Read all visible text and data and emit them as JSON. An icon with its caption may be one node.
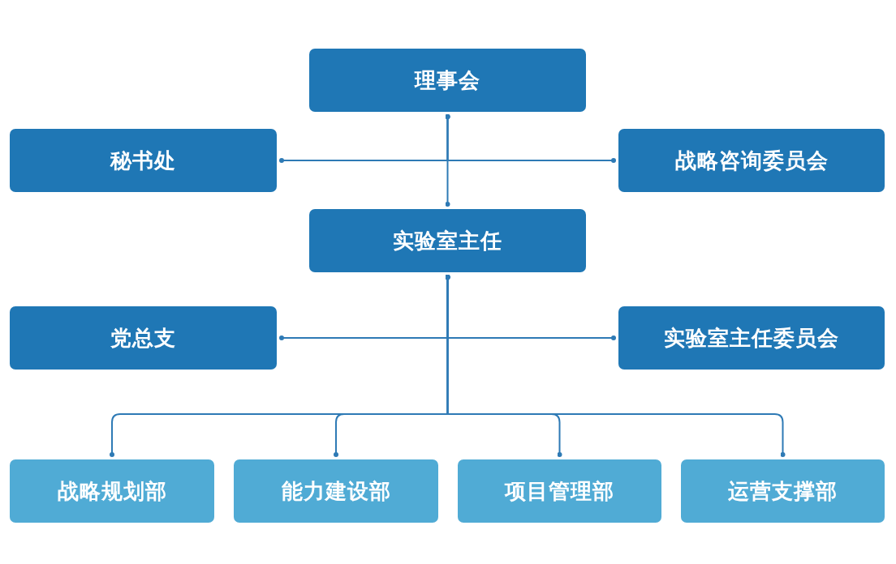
{
  "diagram": {
    "nodes": [
      {
        "text": [
          "理事会"
        ]
      },
      {
        "text": [
          "秘书处"
        ]
      },
      {
        "text": [
          "战略咨询委员会"
        ]
      },
      {
        "text": [
          "实验室主任"
        ]
      },
      {
        "text": [
          "党总支"
        ]
      },
      {
        "text": [
          "实验室主任委员会"
        ]
      },
      {
        "text": [
          "战略规划部"
        ]
      },
      {
        "text": [
          "能力建设部"
        ]
      },
      {
        "text": [
          "项目管理部"
        ]
      },
      {
        "text": [
          "运营支撑部"
        ]
      }
    ],
    "edges": [
      {
        "from": 0,
        "to": 1,
        "arrow": "other"
      },
      {
        "from": 0,
        "to": 2,
        "arrow": "other"
      },
      {
        "from": 0,
        "to": 3,
        "arrow": "other"
      },
      {
        "from": 3,
        "to": 4,
        "arrow": "other"
      },
      {
        "from": 3,
        "to": 5,
        "arrow": "other"
      },
      {
        "from": 3,
        "to": 6,
        "arrow": "other"
      },
      {
        "from": 3,
        "to": 7,
        "arrow": "other"
      },
      {
        "from": 3,
        "to": 8,
        "arrow": "other"
      },
      {
        "from": 3,
        "to": 9,
        "arrow": "other"
      }
    ]
  }
}
